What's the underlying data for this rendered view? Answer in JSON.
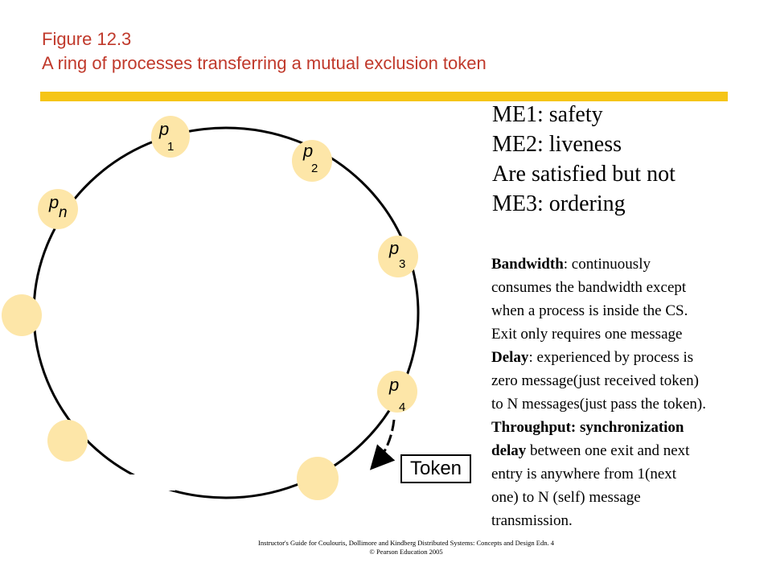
{
  "header": {
    "figure_label": "Figure 12.3",
    "caption": "A ring of processes transferring a mutual exclusion token"
  },
  "diagram": {
    "processes": [
      {
        "name": "p",
        "sub": "1"
      },
      {
        "name": "p",
        "sub": "2"
      },
      {
        "name": "p",
        "sub": "3"
      },
      {
        "name": "p",
        "sub": "4"
      },
      {
        "name": "p",
        "sub": "n"
      }
    ],
    "token_label": "Token",
    "colors": {
      "node_fill": "#fde6a8",
      "ring_stroke": "#000000",
      "title_text": "#c0392b",
      "title_bar": "#f5c518"
    }
  },
  "properties": {
    "me1": "ME1: safety",
    "me2": "ME2: liveness",
    "satisfied": "Are satisfied but not",
    "me3": "ME3: ordering"
  },
  "notes": {
    "bandwidth_term": "Bandwidth",
    "bandwidth_line1": ": continuously",
    "bandwidth_line2": "consumes the bandwidth except",
    "bandwidth_line3": "when a process is inside the CS.",
    "bandwidth_line4": "Exit only requires one message",
    "delay_term": "Delay",
    "delay_line1": ": experienced by process is",
    "delay_line2": "zero message(just received token)",
    "delay_line3": "to N messages(just pass the token).",
    "throughput_line1": "Throughput: synchronization",
    "throughput_line2_bold": "delay",
    "throughput_line2_rest": " between one exit and next",
    "throughput_line3": "entry is anywhere from 1(next",
    "throughput_line4": "one) to N (self) message",
    "throughput_line5": "transmission."
  },
  "footer": {
    "line1": "Instructor's Guide for  Coulouris, Dollimore and Kindberg   Distributed Systems: Concepts and Design   Edn. 4",
    "line2": "© Pearson Education 2005"
  }
}
